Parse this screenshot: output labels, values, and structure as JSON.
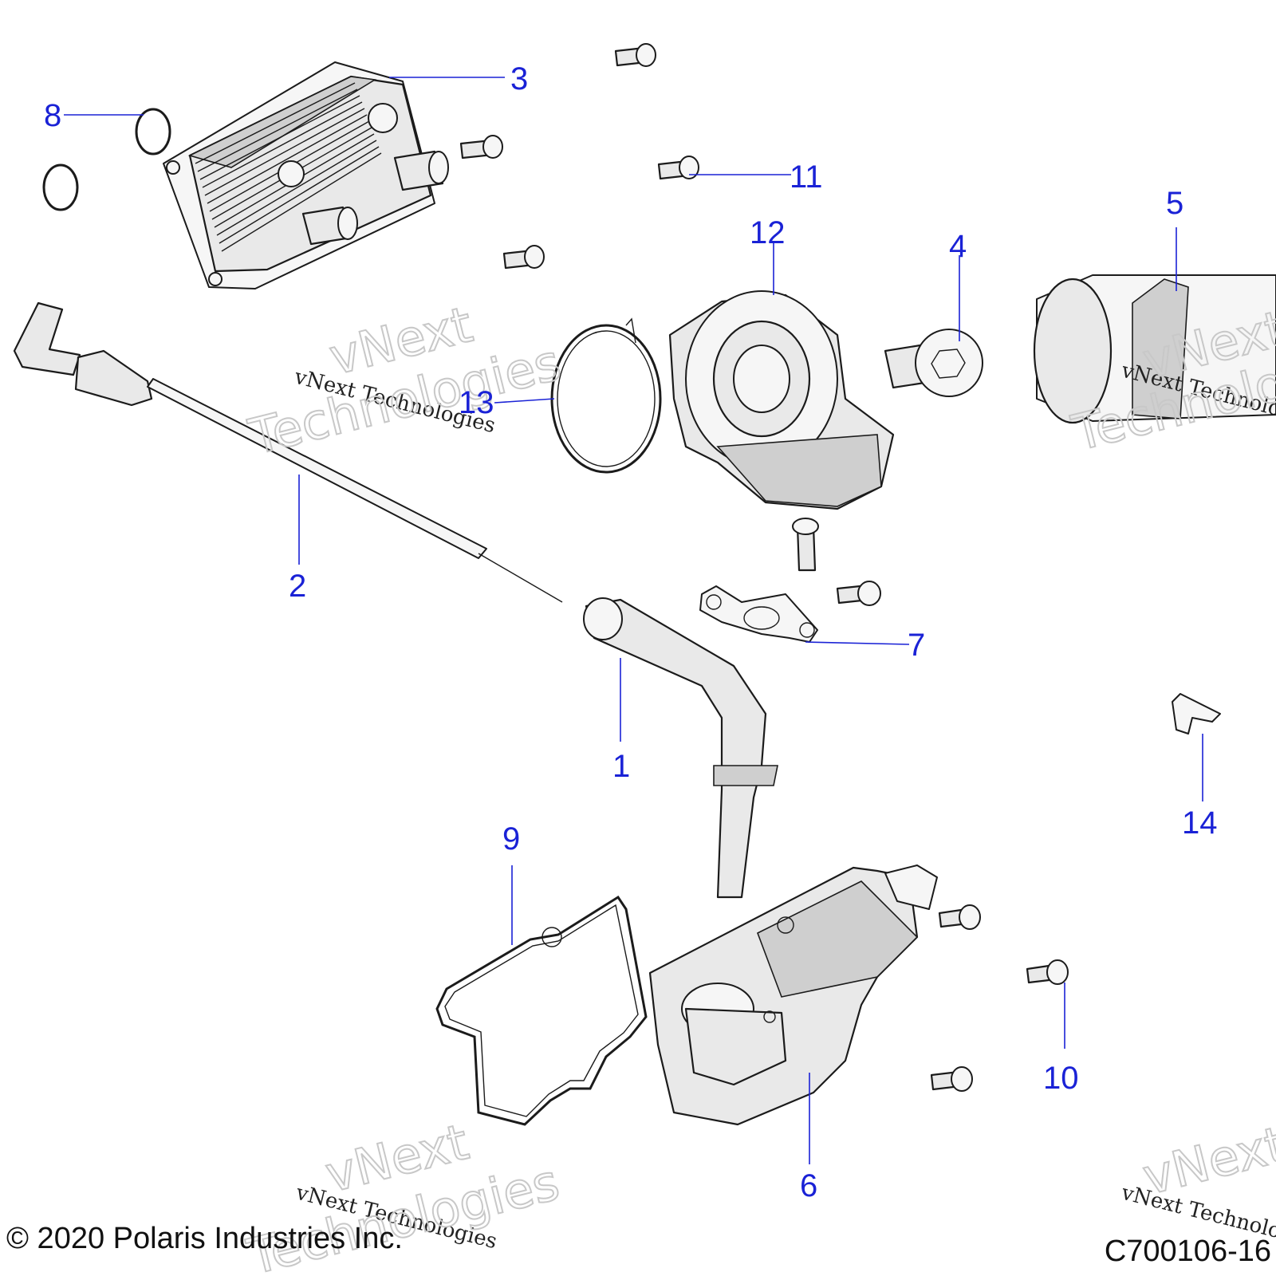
{
  "callouts": [
    {
      "id": "1",
      "label": "1"
    },
    {
      "id": "2",
      "label": "2"
    },
    {
      "id": "3",
      "label": "3"
    },
    {
      "id": "4",
      "label": "4"
    },
    {
      "id": "5",
      "label": "5"
    },
    {
      "id": "6",
      "label": "6"
    },
    {
      "id": "7",
      "label": "7"
    },
    {
      "id": "8",
      "label": "8"
    },
    {
      "id": "9",
      "label": "9"
    },
    {
      "id": "10",
      "label": "10"
    },
    {
      "id": "11",
      "label": "11"
    },
    {
      "id": "12",
      "label": "12"
    },
    {
      "id": "13",
      "label": "13"
    },
    {
      "id": "14",
      "label": "14"
    }
  ],
  "footer": {
    "copyright": "© 2020 Polaris Industries Inc.",
    "figure_code": "C700106-16"
  },
  "watermark": {
    "line1": "vNext Technologies",
    "line2": "vNext",
    "line3": "Technologies"
  }
}
